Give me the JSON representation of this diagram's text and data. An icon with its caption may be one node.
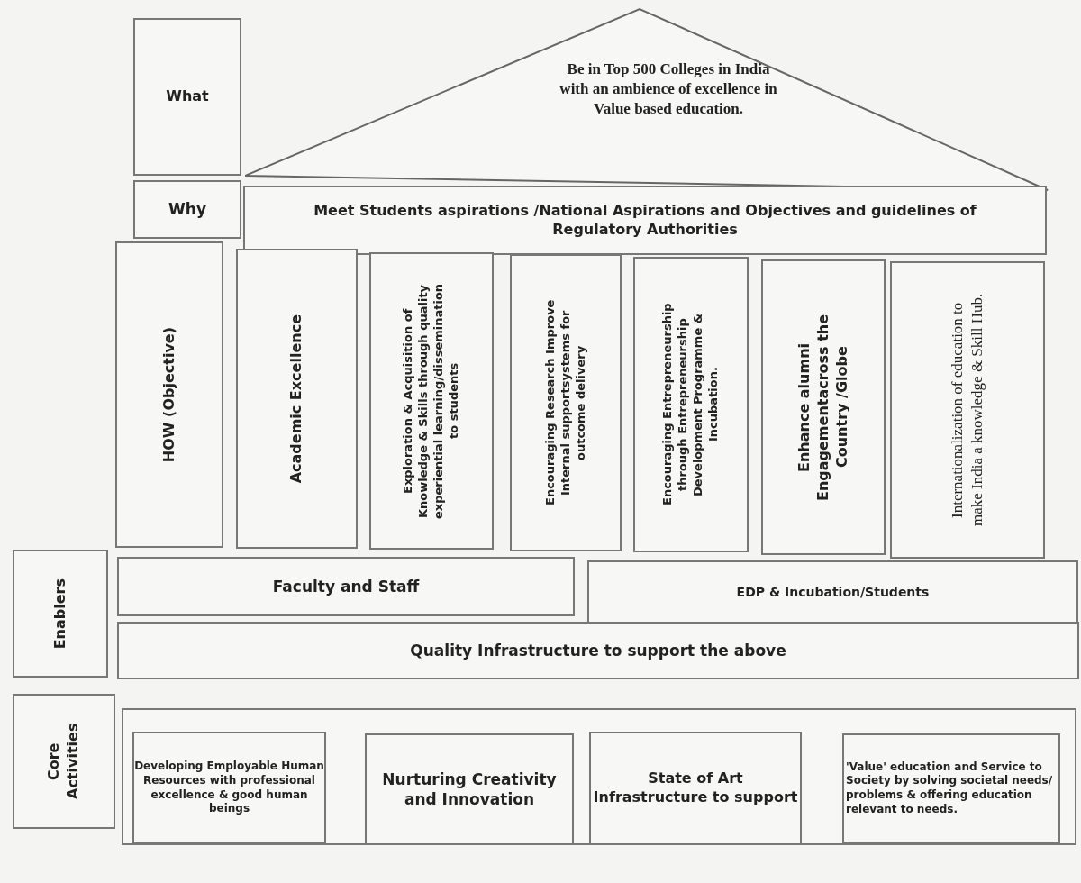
{
  "diagram": {
    "nodes": [
      {
        "text": [
          "What"
        ]
      },
      {
        "text": [
          "Be in Top 500 Colleges in India with an ambience of excellence in Value based education."
        ]
      },
      {
        "text": [
          "Why"
        ]
      },
      {
        "text": [
          "Meet Students aspirations /National Aspirations and Objectives and guidelines of Regulatory  Authorities"
        ]
      },
      {
        "text": [
          "HOW (Objective)"
        ]
      },
      {
        "text": [
          "Academic Excellence"
        ]
      },
      {
        "text": [
          "Exploration & Acquisition of Knowledge & Skills through quality experiential learning/dissemination to students"
        ]
      },
      {
        "text": [
          "Encouraging Research Improve Internal supportsystems for outcome delivery"
        ]
      },
      {
        "text": [
          "Encouraging Entrepreneurship through Entrepreneurship Development Programme & Incubation."
        ]
      },
      {
        "text": [
          "Enhance alumni Engagementacross the Country /Globe"
        ]
      },
      {
        "text": [
          "Internationalization of education to make India a knowledge & Skill Hub."
        ]
      },
      {
        "text": [
          "Enablers"
        ]
      },
      {
        "text": [
          "Faculty and Staff"
        ]
      },
      {
        "text": [
          "EDP & Incubation/Students"
        ]
      },
      {
        "text": [
          "Quality Infrastructure to support the above"
        ]
      },
      {
        "text": [
          "Core Activities"
        ]
      },
      {
        "text": [],
        "shape": "box"
      },
      {
        "text": [
          "Developing Employable Human Resources with professional excellence & good human beings"
        ],
        "in": 16
      },
      {
        "text": [
          "Nurturing Creativity and Innovation"
        ],
        "in": 16
      },
      {
        "text": [
          "State of Art Infrastructure to support"
        ],
        "in": 16
      },
      {
        "text": [
          "'Value' education and Service to Society by solving societal needs/ problems & offering education relevant to needs."
        ],
        "in": 16
      }
    ]
  }
}
